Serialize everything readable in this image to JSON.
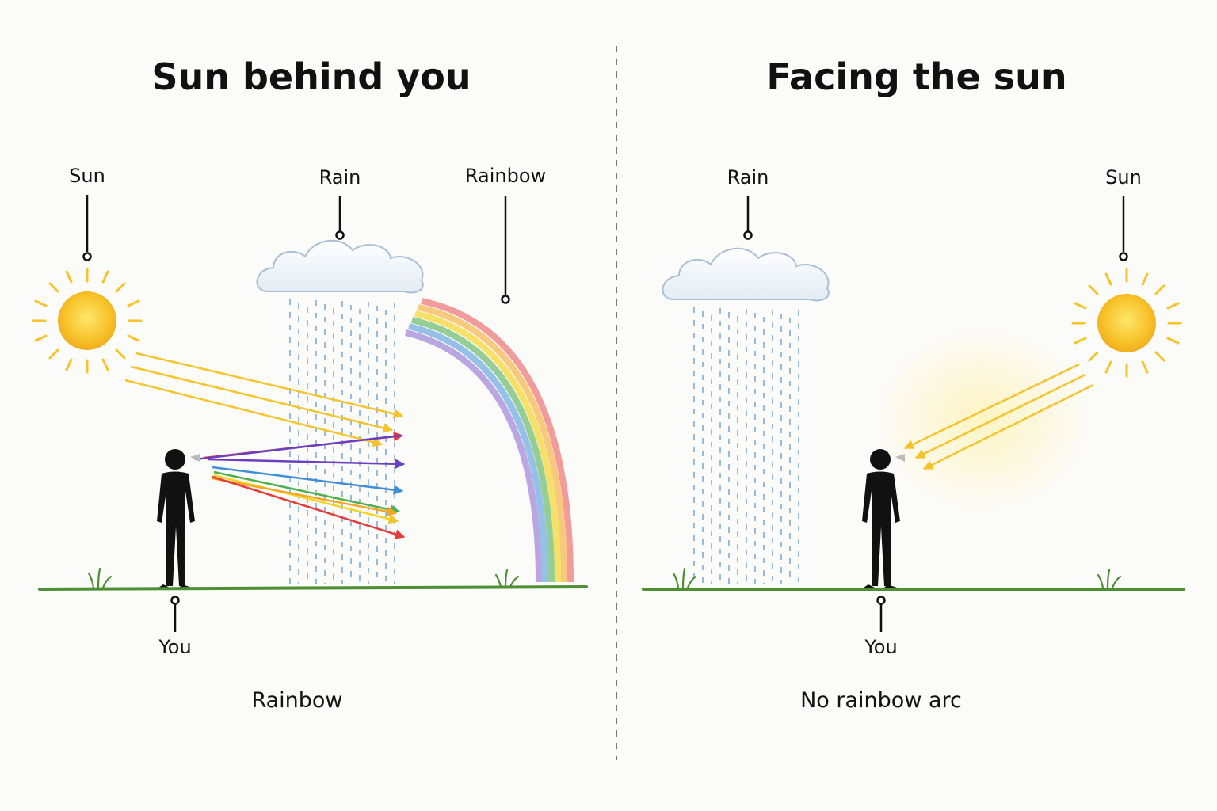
{
  "left_panel": {
    "title": "Sun behind you",
    "labels": {
      "sun": "Sun",
      "rain": "Rain",
      "rainbow": "Rainbow",
      "you": "You"
    },
    "caption": "Rainbow"
  },
  "right_panel": {
    "title": "Facing the sun",
    "labels": {
      "rain": "Rain",
      "sun": "Sun",
      "you": "You"
    },
    "caption": "No rainbow arc"
  },
  "colors": {
    "sunlight": "#f5c42c",
    "ground": "#4e8f34",
    "rain": "#8fb3d6",
    "spectrum": [
      "#e53b3b",
      "#f5a623",
      "#f5d423",
      "#4caf50",
      "#3f8fd8",
      "#6a3fc4"
    ]
  }
}
